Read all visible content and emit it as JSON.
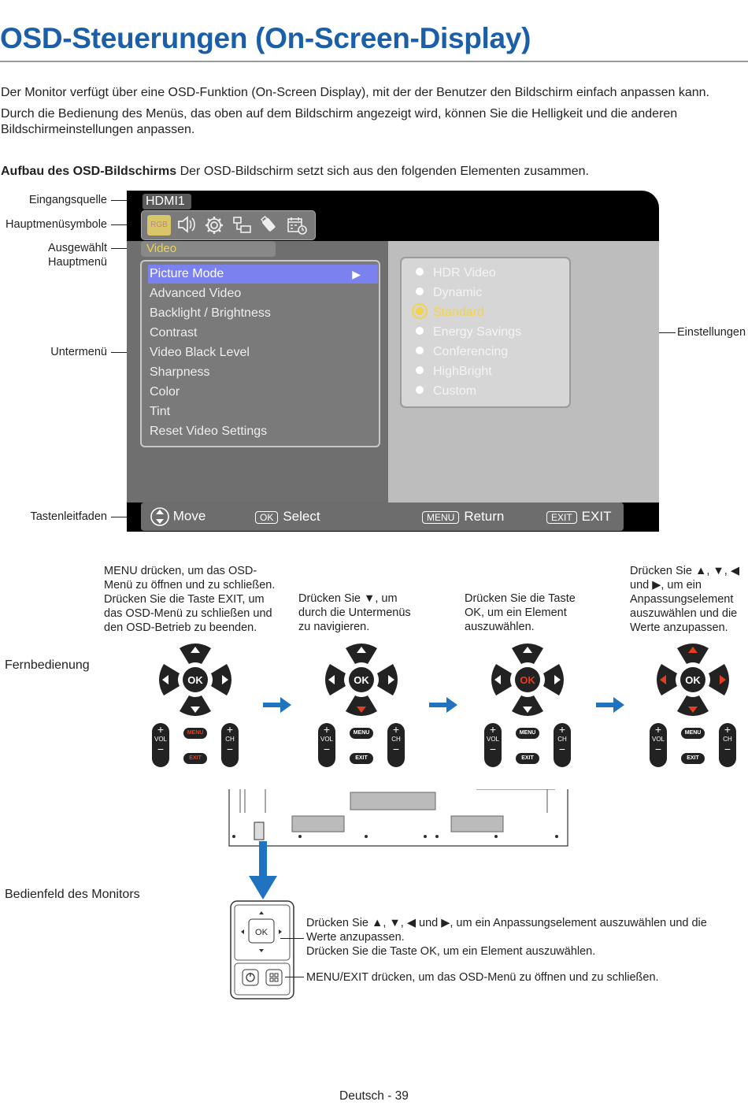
{
  "title": "OSD-Steuerungen (On-Screen-Display)",
  "intro": [
    "Der Monitor verfügt über eine OSD-Funktion (On-Screen Display), mit der der Benutzer den Bildschirm einfach anpassen kann.",
    "Durch die Bedienung des Menüs, das oben auf dem Bildschirm angezeigt wird, können Sie die Helligkeit und die anderen Bildschirmeinstellungen anpassen."
  ],
  "structure": {
    "heading": "Aufbau des OSD-Bildschirms",
    "text": " Der OSD-Bildschirm setzt sich aus den folgenden Elementen zusammen."
  },
  "callouts": {
    "input_source": "Eingangsquelle",
    "main_icons": "Hauptmenüsymbole",
    "selected_line1": "Ausgewählt",
    "selected_line2": "Hauptmenü",
    "submenu": "Untermenü",
    "settings": "Einstellungen",
    "key_guide": "Tastenleitfaden"
  },
  "osd": {
    "input": "HDMI1",
    "icons": [
      "picture-icon",
      "speaker-icon",
      "gear-icon",
      "network-icon",
      "usb-icon",
      "schedule-icon"
    ],
    "selected_icon_text": "RGB",
    "main_menu": "Video",
    "submenu_items": [
      "Picture Mode",
      "Advanced Video",
      "Backlight / Brightness",
      "Contrast",
      "Video Black Level",
      "Sharpness",
      "Color",
      "Tint",
      "Reset Video Settings"
    ],
    "settings_items": [
      "HDR Video",
      "Dynamic",
      "Standard",
      "Energy Savings",
      "Conferencing",
      "HighBright",
      "Custom"
    ],
    "selected_setting_index": 2,
    "guide": {
      "move": "Move",
      "ok_key": "OK",
      "select": "Select",
      "menu_key": "MENU",
      "return": "Return",
      "exit_key": "EXIT",
      "exit": "EXIT"
    }
  },
  "remote": {
    "label": "Fernbedienung",
    "steps": [
      "MENU drücken, um das OSD-Menü zu öffnen und zu schließen. Drücken Sie die Taste EXIT, um das OSD-Menü zu schließen und den OSD-Betrieb zu beenden.",
      "Drücken Sie ▼, um durch die Untermenüs zu navigieren.",
      "Drücken Sie die Taste OK, um ein Element auszuwählen.",
      "Drücken Sie ▲, ▼, ◀ und ▶, um ein Anpassungselement auszuwählen und die Werte anzupassen."
    ],
    "ok": "OK",
    "vol": "VOL",
    "ch": "CH",
    "plus": "+",
    "minus": "−",
    "menu": "MENU",
    "exit": "EXIT",
    "accent_color": "#e2401c",
    "arrow_color": "#1f73c1"
  },
  "panel": {
    "label": "Bedienfeld des Monitors",
    "ok": "OK",
    "desc1": "Drücken Sie ▲, ▼, ◀ und ▶, um ein Anpassungselement auszuwählen und die Werte anzupassen.",
    "desc2": "Drücken Sie die Taste OK, um ein Element auszuwählen.",
    "desc3": "MENU/EXIT drücken, um das OSD-Menü zu öffnen und zu schließen."
  },
  "footer": "Deutsch - 39"
}
